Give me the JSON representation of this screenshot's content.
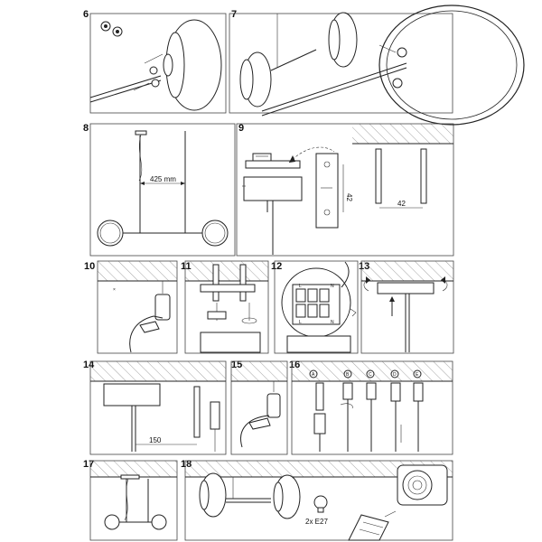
{
  "steps": [
    {
      "id": "6",
      "label": "6"
    },
    {
      "id": "7",
      "label": "7"
    },
    {
      "id": "8",
      "label": "8"
    },
    {
      "id": "9",
      "label": "9"
    },
    {
      "id": "10",
      "label": "10"
    },
    {
      "id": "11",
      "label": "11"
    },
    {
      "id": "12",
      "label": "12"
    },
    {
      "id": "13",
      "label": "13"
    },
    {
      "id": "14",
      "label": "14"
    },
    {
      "id": "15",
      "label": "15"
    },
    {
      "id": "16",
      "label": "16"
    },
    {
      "id": "17",
      "label": "17"
    },
    {
      "id": "18",
      "label": "18"
    }
  ],
  "dimensions": {
    "step8_spacing": "425 mm",
    "step9_vertical": "42",
    "step9_horizontal": "42",
    "step14_length": "150"
  },
  "terminal_labels": [
    "L",
    "N",
    "L",
    "N"
  ],
  "sub_steps": [
    "A",
    "B",
    "C",
    "D",
    "E"
  ],
  "bulb_spec": "2x E27",
  "colors": {
    "line": "#222222",
    "hatch": "#555555",
    "background": "#ffffff"
  }
}
